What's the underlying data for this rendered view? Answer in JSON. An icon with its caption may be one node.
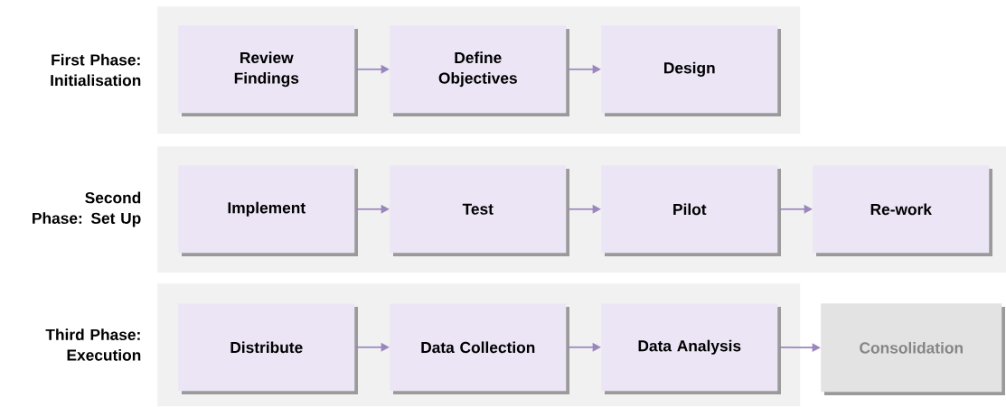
{
  "diagram": {
    "nodes": [
      {
        "text": [
          "First Phase: Initialisation"
        ]
      },
      {
        "text": [
          "Review Findings"
        ],
        "in": 0
      },
      {
        "text": [
          "Define Objectives"
        ],
        "in": 0
      },
      {
        "text": [
          "Design"
        ],
        "in": 0
      },
      {
        "text": [
          "Second Phase: Set Up"
        ]
      },
      {
        "text": [
          "Implement"
        ],
        "in": 4
      },
      {
        "text": [
          "Test"
        ],
        "in": 4
      },
      {
        "text": [
          "Pilot"
        ],
        "in": 4
      },
      {
        "text": [
          "Re-work"
        ],
        "in": 4
      },
      {
        "text": [
          "Third Phase: Execution"
        ]
      },
      {
        "text": [
          "Distribute"
        ],
        "in": 9
      },
      {
        "text": [
          "Data Collection"
        ],
        "in": 9
      },
      {
        "text": [
          "Data Analysis"
        ],
        "in": 9
      },
      {
        "text": [
          "Consolidation"
        ]
      }
    ],
    "edges": [
      {
        "from": 1,
        "to": 2,
        "arrow": "to"
      },
      {
        "from": 2,
        "to": 3,
        "arrow": "to"
      },
      {
        "from": 5,
        "to": 6,
        "arrow": "to"
      },
      {
        "from": 6,
        "to": 7,
        "arrow": "to"
      },
      {
        "from": 7,
        "to": 8,
        "arrow": "to"
      },
      {
        "from": 10,
        "to": 11,
        "arrow": "to"
      },
      {
        "from": 11,
        "to": 12,
        "arrow": "to"
      },
      {
        "from": 12,
        "to": 13,
        "arrow": "to"
      }
    ]
  }
}
